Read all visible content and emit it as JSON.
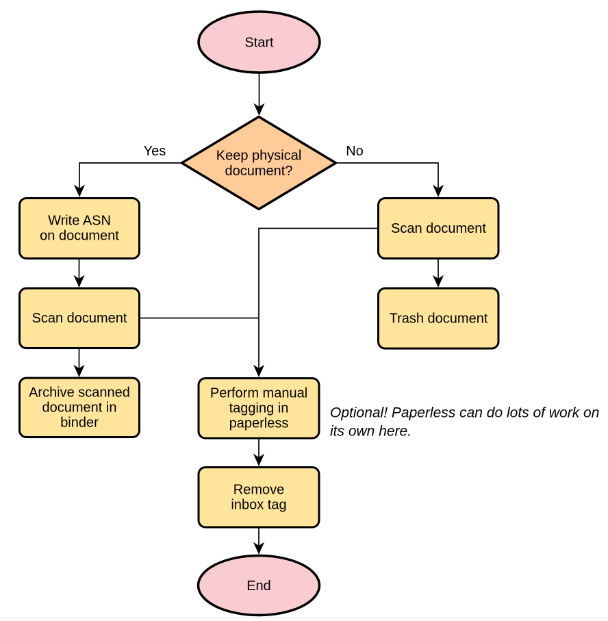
{
  "diagram": {
    "colors": {
      "terminal_fill": "#F8CCD0",
      "decision_fill": "#FFCB99",
      "process_fill": "#FFE49C",
      "divider": "#e9ebee"
    },
    "nodes": {
      "start": {
        "label": "Start"
      },
      "decision": {
        "lines": [
          "Keep physical",
          "document?"
        ]
      },
      "write_asn": {
        "lines": [
          "Write ASN",
          "on document"
        ]
      },
      "scan_left": {
        "label": "Scan document"
      },
      "archive": {
        "lines": [
          "Archive scanned",
          "document in",
          "binder"
        ]
      },
      "scan_right": {
        "label": "Scan document"
      },
      "trash": {
        "label": "Trash document"
      },
      "tagging": {
        "lines": [
          "Perform manual",
          "tagging in",
          "paperless"
        ]
      },
      "remove_inbox": {
        "lines": [
          "Remove",
          "inbox tag"
        ]
      },
      "end": {
        "label": "End"
      }
    },
    "edge_labels": {
      "yes": "Yes",
      "no": "No"
    },
    "annotation": {
      "lines": [
        "Optional! Paperless can do lots of work on",
        "its own here."
      ]
    }
  }
}
